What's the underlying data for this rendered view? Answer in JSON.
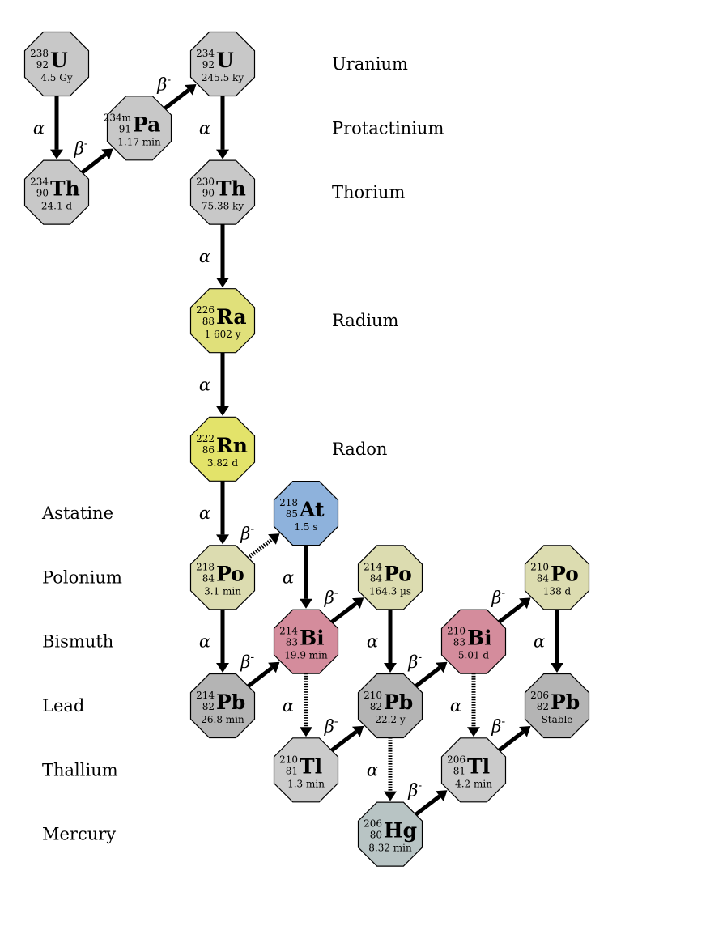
{
  "colors": {
    "gray": "#c8c8c8",
    "pa_gray": "#c8c8c8",
    "ra_yellow": "#e0e07a",
    "rn_yellow": "#e3e36a",
    "at_blue": "#8eb2dc",
    "po_khaki": "#dcdcb0",
    "bi_pink": "#d48c9c",
    "pb_gray": "#b4b4b4",
    "tl_gray": "#cbcbcb",
    "hg_slate": "#b8c4c4"
  },
  "element_labels": [
    {
      "name": "Uranium",
      "row": 0,
      "side": "right"
    },
    {
      "name": "Protactinium",
      "row": 1,
      "side": "right"
    },
    {
      "name": "Thorium",
      "row": 2,
      "side": "right"
    },
    {
      "name": "Radium",
      "row": 4,
      "side": "right"
    },
    {
      "name": "Radon",
      "row": 6,
      "side": "right"
    },
    {
      "name": "Astatine",
      "row": 7,
      "side": "left"
    },
    {
      "name": "Polonium",
      "row": 8,
      "side": "left"
    },
    {
      "name": "Bismuth",
      "row": 9,
      "side": "left"
    },
    {
      "name": "Lead",
      "row": 10,
      "side": "left"
    },
    {
      "name": "Thallium",
      "row": 11,
      "side": "left"
    },
    {
      "name": "Mercury",
      "row": 12,
      "side": "left"
    }
  ],
  "nuclides": [
    {
      "id": "u238",
      "mass": "238",
      "z": "92",
      "symbol": "U",
      "half_life": "4.5 Gy",
      "col": 0,
      "row": 0,
      "color": "gray"
    },
    {
      "id": "th234",
      "mass": "234",
      "z": "90",
      "symbol": "Th",
      "half_life": "24.1 d",
      "col": 0,
      "row": 2,
      "color": "gray"
    },
    {
      "id": "pa234m",
      "mass": "234m",
      "z": "91",
      "symbol": "Pa",
      "half_life": "1.17 min",
      "col": 1,
      "row": 1,
      "color": "pa_gray"
    },
    {
      "id": "u234",
      "mass": "234",
      "z": "92",
      "symbol": "U",
      "half_life": "245.5 ky",
      "col": 2,
      "row": 0,
      "color": "gray"
    },
    {
      "id": "th230",
      "mass": "230",
      "z": "90",
      "symbol": "Th",
      "half_life": "75.38 ky",
      "col": 2,
      "row": 2,
      "color": "gray"
    },
    {
      "id": "ra226",
      "mass": "226",
      "z": "88",
      "symbol": "Ra",
      "half_life": "1 602 y",
      "col": 2,
      "row": 4,
      "color": "ra_yellow"
    },
    {
      "id": "rn222",
      "mass": "222",
      "z": "86",
      "symbol": "Rn",
      "half_life": "3.82 d",
      "col": 2,
      "row": 6,
      "color": "rn_yellow"
    },
    {
      "id": "po218",
      "mass": "218",
      "z": "84",
      "symbol": "Po",
      "half_life": "3.1 min",
      "col": 2,
      "row": 8,
      "color": "po_khaki"
    },
    {
      "id": "at218",
      "mass": "218",
      "z": "85",
      "symbol": "At",
      "half_life": "1.5 s",
      "col": 3,
      "row": 7,
      "color": "at_blue"
    },
    {
      "id": "pb214",
      "mass": "214",
      "z": "82",
      "symbol": "Pb",
      "half_life": "26.8 min",
      "col": 2,
      "row": 10,
      "color": "pb_gray"
    },
    {
      "id": "bi214",
      "mass": "214",
      "z": "83",
      "symbol": "Bi",
      "half_life": "19.9 min",
      "col": 3,
      "row": 9,
      "color": "bi_pink"
    },
    {
      "id": "po214",
      "mass": "214",
      "z": "84",
      "symbol": "Po",
      "half_life": "164.3 µs",
      "col": 4,
      "row": 8,
      "color": "po_khaki"
    },
    {
      "id": "tl210",
      "mass": "210",
      "z": "81",
      "symbol": "Tl",
      "half_life": "1.3 min",
      "col": 3,
      "row": 11,
      "color": "tl_gray"
    },
    {
      "id": "pb210",
      "mass": "210",
      "z": "82",
      "symbol": "Pb",
      "half_life": "22.2 y",
      "col": 4,
      "row": 10,
      "color": "pb_gray"
    },
    {
      "id": "bi210",
      "mass": "210",
      "z": "83",
      "symbol": "Bi",
      "half_life": "5.01 d",
      "col": 5,
      "row": 9,
      "color": "bi_pink"
    },
    {
      "id": "hg206",
      "mass": "206",
      "z": "80",
      "symbol": "Hg",
      "half_life": "8.32 min",
      "col": 4,
      "row": 12,
      "color": "hg_slate"
    },
    {
      "id": "po210",
      "mass": "210",
      "z": "84",
      "symbol": "Po",
      "half_life": "138 d",
      "col": 6,
      "row": 8,
      "color": "po_khaki"
    },
    {
      "id": "tl206",
      "mass": "206",
      "z": "81",
      "symbol": "Tl",
      "half_life": "4.2 min",
      "col": 5,
      "row": 11,
      "color": "tl_gray"
    },
    {
      "id": "pb206",
      "mass": "206",
      "z": "82",
      "symbol": "Pb",
      "half_life": "Stable",
      "col": 6,
      "row": 10,
      "color": "pb_gray"
    }
  ],
  "decays": [
    {
      "from": "u238",
      "to": "th234",
      "mode": "alpha",
      "label": "α",
      "dotted": false
    },
    {
      "from": "th234",
      "to": "pa234m",
      "mode": "beta",
      "label": "β",
      "sup": "-",
      "dotted": false
    },
    {
      "from": "pa234m",
      "to": "u234",
      "mode": "beta",
      "label": "β",
      "sup": "-",
      "dotted": false
    },
    {
      "from": "u234",
      "to": "th230",
      "mode": "alpha",
      "label": "α",
      "dotted": false
    },
    {
      "from": "th230",
      "to": "ra226",
      "mode": "alpha",
      "label": "α",
      "dotted": false
    },
    {
      "from": "ra226",
      "to": "rn222",
      "mode": "alpha",
      "label": "α",
      "dotted": false
    },
    {
      "from": "rn222",
      "to": "po218",
      "mode": "alpha",
      "label": "α",
      "dotted": false
    },
    {
      "from": "po218",
      "to": "at218",
      "mode": "beta",
      "label": "β",
      "sup": "-",
      "dotted": true
    },
    {
      "from": "po218",
      "to": "pb214",
      "mode": "alpha",
      "label": "α",
      "dotted": false
    },
    {
      "from": "at218",
      "to": "bi214",
      "mode": "alpha",
      "label": "α",
      "dotted": false
    },
    {
      "from": "pb214",
      "to": "bi214",
      "mode": "beta",
      "label": "β",
      "sup": "-",
      "dotted": false
    },
    {
      "from": "bi214",
      "to": "po214",
      "mode": "beta",
      "label": "β",
      "sup": "-",
      "dotted": false
    },
    {
      "from": "bi214",
      "to": "tl210",
      "mode": "alpha",
      "label": "α",
      "dotted": true
    },
    {
      "from": "po214",
      "to": "pb210",
      "mode": "alpha",
      "label": "α",
      "dotted": false
    },
    {
      "from": "tl210",
      "to": "pb210",
      "mode": "beta",
      "label": "β",
      "sup": "-",
      "dotted": false
    },
    {
      "from": "pb210",
      "to": "bi210",
      "mode": "beta",
      "label": "β",
      "sup": "-",
      "dotted": false
    },
    {
      "from": "pb210",
      "to": "hg206",
      "mode": "alpha",
      "label": "α",
      "dotted": true
    },
    {
      "from": "bi210",
      "to": "po210",
      "mode": "beta",
      "label": "β",
      "sup": "-",
      "dotted": false
    },
    {
      "from": "bi210",
      "to": "tl206",
      "mode": "alpha",
      "label": "α",
      "dotted": true
    },
    {
      "from": "hg206",
      "to": "tl206",
      "mode": "beta",
      "label": "β",
      "sup": "-",
      "dotted": false
    },
    {
      "from": "po210",
      "to": "pb206",
      "mode": "alpha",
      "label": "α",
      "dotted": false
    },
    {
      "from": "tl206",
      "to": "pb206",
      "mode": "beta",
      "label": "β",
      "sup": "-",
      "dotted": false
    }
  ]
}
